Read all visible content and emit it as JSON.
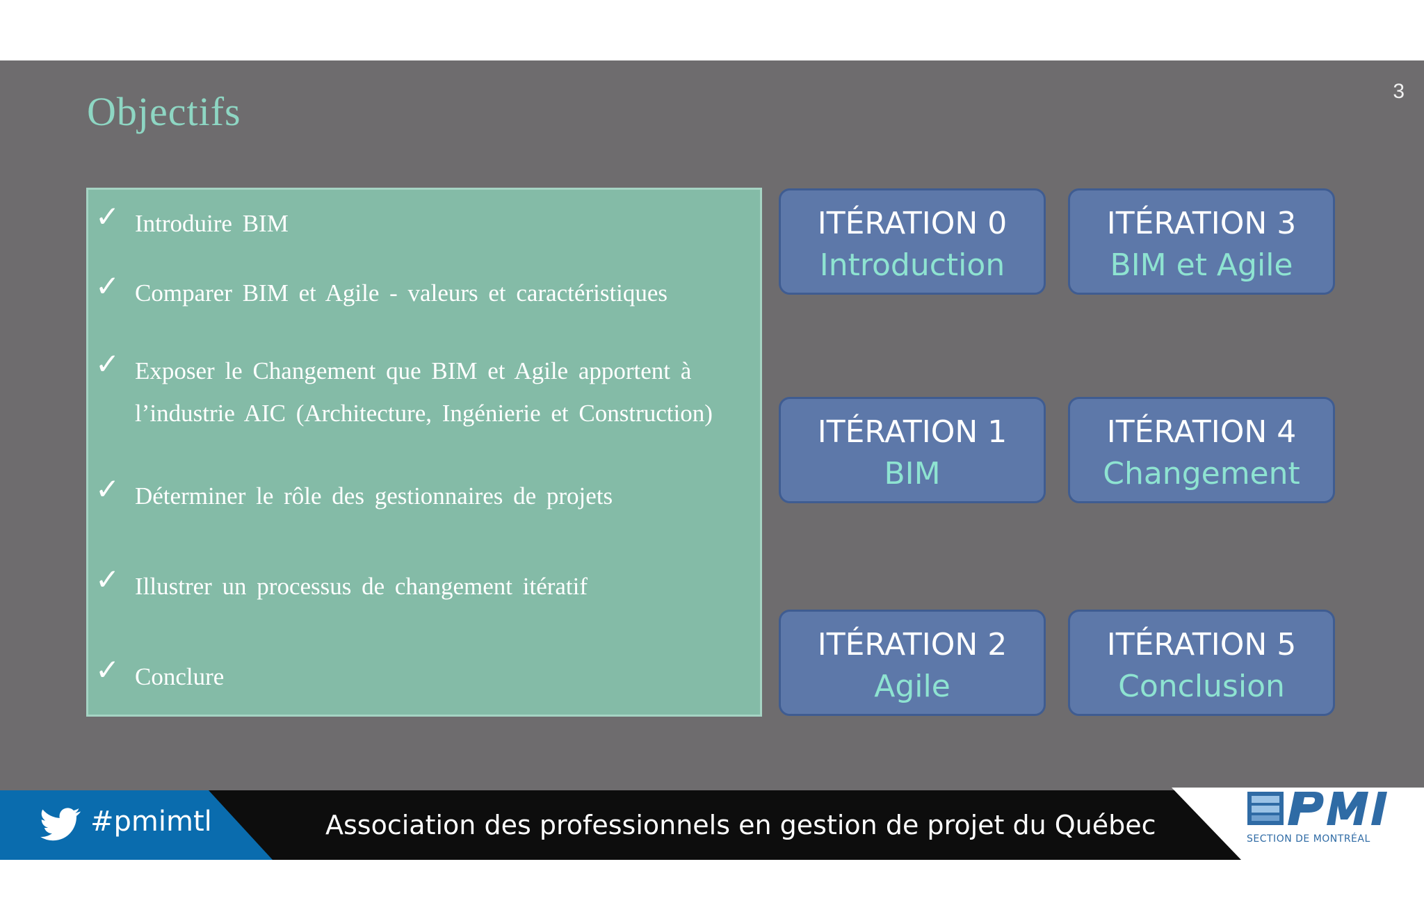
{
  "slide": {
    "title": "Objectifs",
    "number": "3"
  },
  "objectives": [
    {
      "lines": [
        "Introduire BIM"
      ]
    },
    {
      "lines": [
        "Comparer BIM et Agile - valeurs et caractéristiques"
      ]
    },
    {
      "lines": [
        "Exposer le Changement que BIM et Agile apportent à",
        "l’industrie AIC (Architecture, Ingénierie et Construction)"
      ]
    },
    {
      "lines": [
        "Déterminer le rôle des gestionnaires de projets"
      ]
    },
    {
      "lines": [
        "Illustrer un processus de changement itératif"
      ]
    },
    {
      "lines": [
        "Conclure"
      ]
    }
  ],
  "check_glyph": "✓",
  "iterations": [
    {
      "label": "ITÉRATION 0",
      "topic": "Introduction"
    },
    {
      "label": "ITÉRATION 1",
      "topic": "BIM"
    },
    {
      "label": "ITÉRATION 2",
      "topic": "Agile"
    },
    {
      "label": "ITÉRATION 3",
      "topic": "BIM et Agile"
    },
    {
      "label": "ITÉRATION 4",
      "topic": "Changement"
    },
    {
      "label": "ITÉRATION 5",
      "topic": "Conclusion"
    }
  ],
  "footer": {
    "hashtag": "#pmimtl",
    "association": "Association des professionnels en gestion de projet du Québec",
    "logo_caption": "SECTION DE MONTRÉAL",
    "logo_text": "PMI"
  },
  "colors": {
    "slide_background": "#6e6c6e",
    "title": "#8ed6c3",
    "panel": "#84bba7",
    "iteration_box": "#5d78a9",
    "iteration_topic": "#8ee3d1",
    "twitter_blue": "#0a6cae",
    "footer_black": "#0d0d0d"
  },
  "icons": {
    "twitter": "twitter-bird-icon",
    "check": "checkmark-icon"
  }
}
